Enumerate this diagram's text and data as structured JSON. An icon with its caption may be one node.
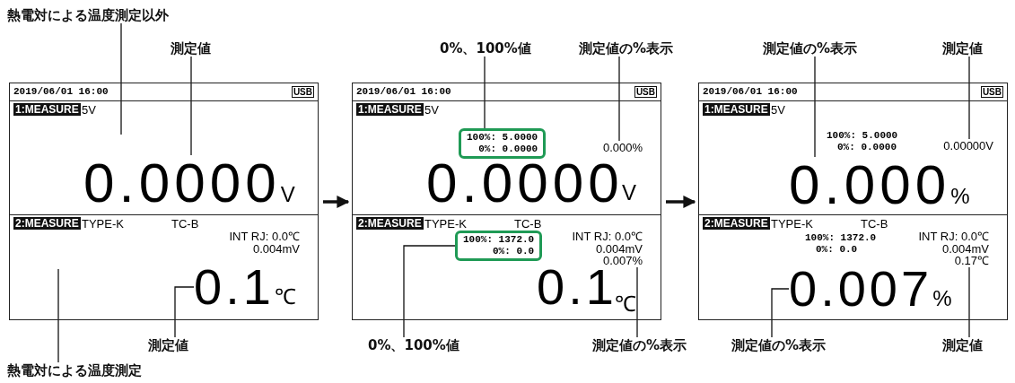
{
  "diagram": {
    "nodes": [
      {
        "text": [
          "熱電対による温度測定以外"
        ]
      },
      {
        "text": [
          "測定値"
        ]
      },
      {
        "text": [
          "2019/06/01 16:00",
          "USB",
          "1:MEASURE",
          "5V",
          "2:MEASURE",
          "TYPE-K",
          "TC-B",
          "INT RJ: 0.0℃",
          "0.004mV"
        ]
      },
      {
        "text": [
          "0.0000",
          "V"
        ],
        "in": 2
      },
      {
        "text": [
          "0.1",
          "℃"
        ],
        "in": 2
      },
      {
        "text": [
          "測定値"
        ]
      },
      {
        "text": [
          "熱電対による温度測定"
        ]
      },
      {
        "text": [
          "0%、100%値"
        ]
      },
      {
        "text": [
          "測定値の%表示"
        ]
      },
      {
        "text": [
          "2019/06/01 16:00",
          "USB",
          "1:MEASURE",
          "5V",
          "0.0000",
          "V",
          "2:MEASURE",
          "TYPE-K",
          "TC-B",
          "INT RJ: 0.0℃",
          "0.004mV",
          "0.1",
          "℃"
        ]
      },
      {
        "text": [
          "100%: 5.0000",
          "0%: 0.0000"
        ],
        "in": 9
      },
      {
        "text": [
          "0.000%"
        ],
        "in": 9
      },
      {
        "text": [
          "100%: 1372.0",
          "0%: 0.0"
        ],
        "in": 9
      },
      {
        "text": [
          "0.007%"
        ],
        "in": 9
      },
      {
        "text": [
          "0%、100%値"
        ]
      },
      {
        "text": [
          "測定値の%表示"
        ]
      },
      {
        "text": [
          "測定値の%表示"
        ]
      },
      {
        "text": [
          "測定値"
        ]
      },
      {
        "text": [
          "2019/06/01 16:00",
          "USB",
          "1:MEASURE",
          "5V",
          "100%: 5.0000",
          "0%: 0.0000",
          "2:MEASURE",
          "TYPE-K",
          "TC-B",
          "INT RJ: 0.0℃",
          "100%: 1372.0",
          "0%: 0.0",
          "0.004mV"
        ]
      },
      {
        "text": [
          "0.000",
          "%"
        ],
        "in": 18
      },
      {
        "text": [
          "0.00000V"
        ],
        "in": 18
      },
      {
        "text": [
          "0.007",
          "%"
        ],
        "in": 18
      },
      {
        "text": [
          "0.17℃"
        ],
        "in": 18
      },
      {
        "text": [
          "測定値の%表示"
        ]
      },
      {
        "text": [
          "測定値"
        ]
      }
    ],
    "edges": [
      {
        "from": 0,
        "to": null,
        "arrow": "none"
      },
      {
        "from": 1,
        "to": 3,
        "arrow": "none"
      },
      {
        "from": 5,
        "to": 4,
        "arrow": "none"
      },
      {
        "from": 6,
        "to": null,
        "arrow": "none"
      },
      {
        "from": 7,
        "to": 10,
        "arrow": "none"
      },
      {
        "from": 8,
        "to": 11,
        "arrow": "none"
      },
      {
        "from": 14,
        "to": 12,
        "arrow": "none"
      },
      {
        "from": 15,
        "to": 13,
        "arrow": "none"
      },
      {
        "from": 16,
        "to": 19,
        "arrow": "none"
      },
      {
        "from": 17,
        "to": 20,
        "arrow": "none"
      },
      {
        "from": 23,
        "to": 21,
        "arrow": "none"
      },
      {
        "from": 24,
        "to": 22,
        "arrow": "none"
      },
      {
        "from": 2,
        "to": 9,
        "arrow": "to",
        "style": "thick"
      },
      {
        "from": 9,
        "to": 18,
        "arrow": "to",
        "style": "thick"
      }
    ]
  }
}
